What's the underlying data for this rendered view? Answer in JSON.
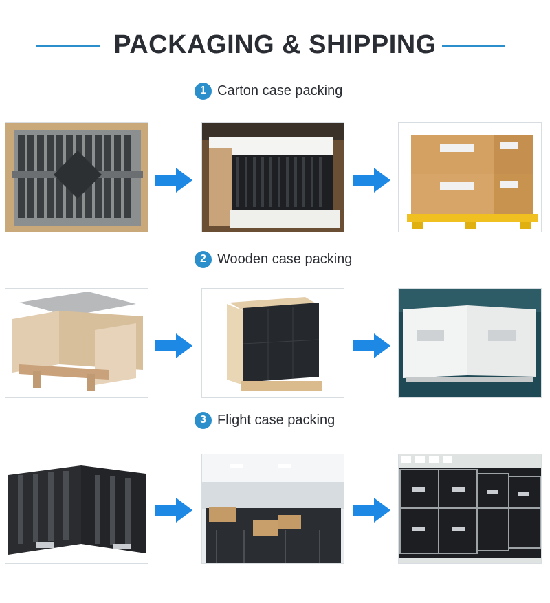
{
  "header": {
    "title": "PACKAGING & SHIPPING"
  },
  "sections": [
    {
      "number": "1",
      "label": "Carton case packing"
    },
    {
      "number": "2",
      "label": "Wooden case packing"
    },
    {
      "number": "3",
      "label": "Flight case packing"
    }
  ],
  "colors": {
    "accent": "#2b8fcb",
    "arrow": "#1e88e5",
    "title": "#2a2d33"
  },
  "icons": {
    "arrow": "arrow-right-icon"
  }
}
